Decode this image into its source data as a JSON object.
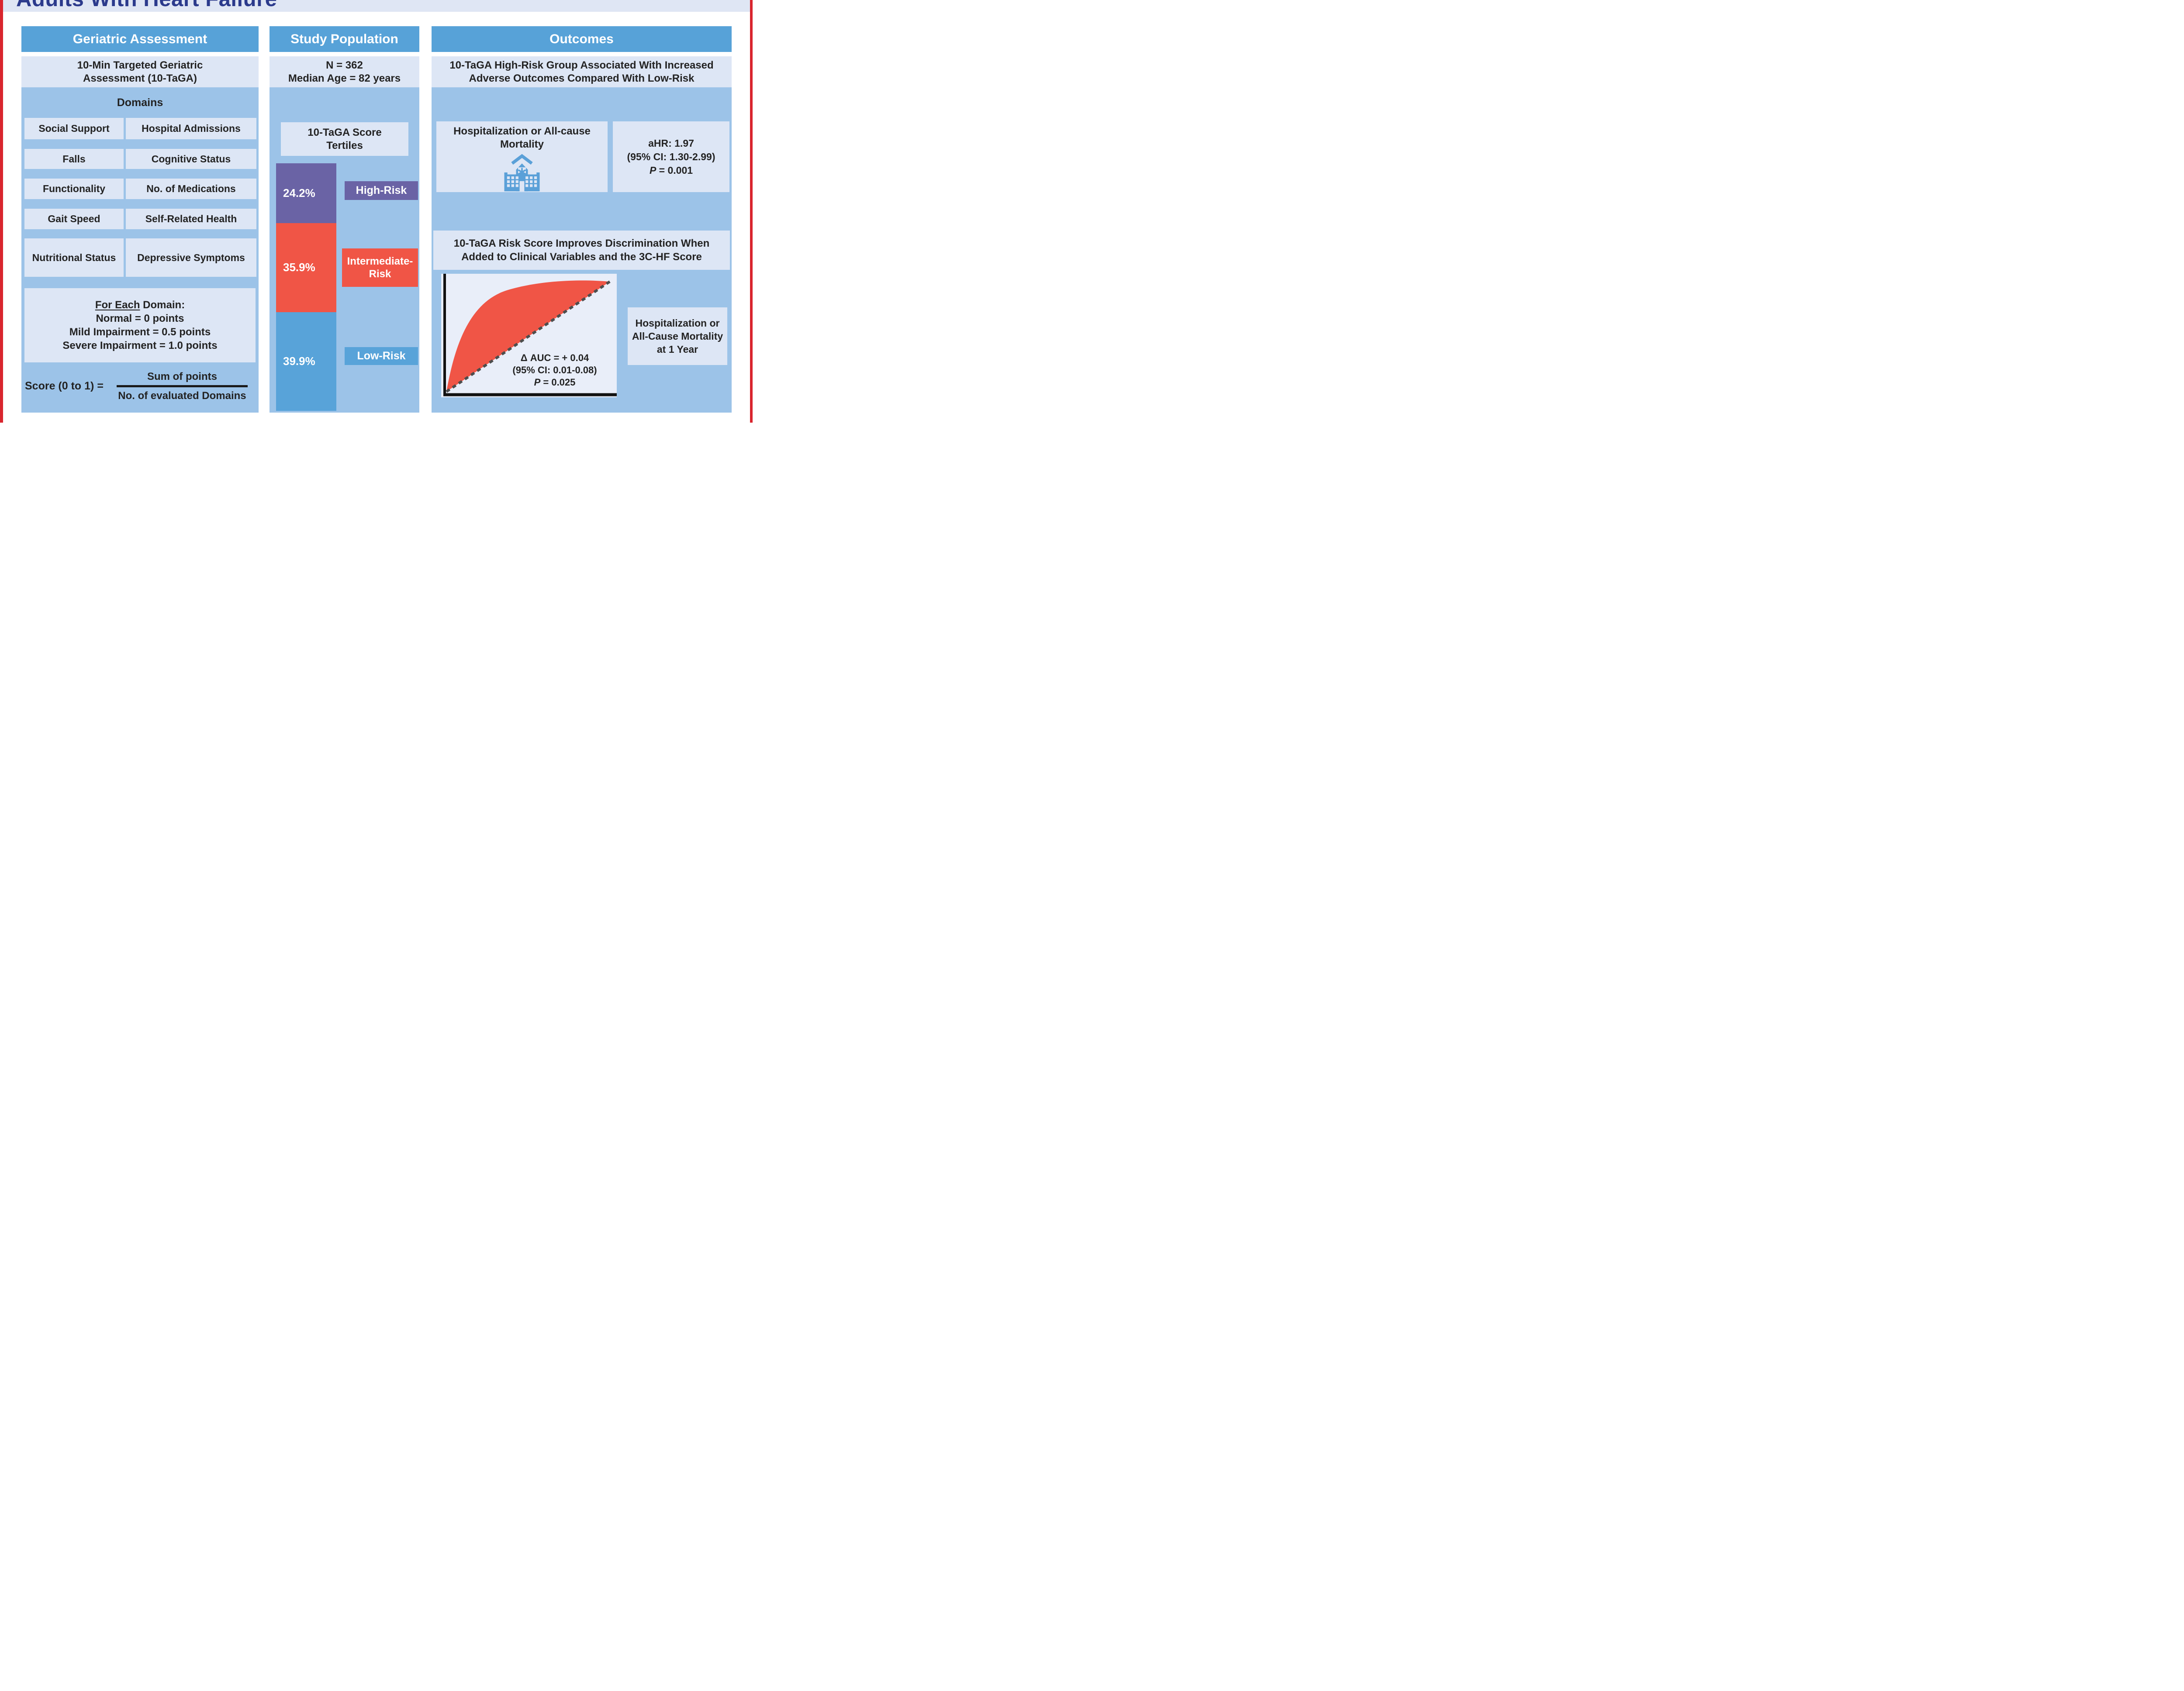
{
  "title": "Adults With Heart Failure",
  "colors": {
    "border_red": "#d9252e",
    "header_blue": "#57a2d8",
    "panel_blue": "#9cc3e8",
    "light_box": "#dde6f5",
    "title_navy": "#2b3a8c",
    "high_risk_purple": "#6a63a5",
    "intermediate_red": "#f05546",
    "low_risk_blue": "#58a3d9",
    "icon_blue": "#5aa0d8"
  },
  "geriatric": {
    "header": "Geriatric Assessment",
    "intro_line1": "10-Min Targeted Geriatric",
    "intro_line2": "Assessment (10-TaGA)",
    "domains_label": "Domains",
    "domain_rows": [
      [
        "Social Support",
        "Hospital Admissions"
      ],
      [
        "Falls",
        "Cognitive Status"
      ],
      [
        "Functionality",
        "No. of Medications"
      ],
      [
        "Gait Speed",
        "Self-Related Health"
      ],
      [
        "Nutritional Status",
        "Depressive Symptoms"
      ]
    ],
    "scoring": {
      "for_each": "For Each",
      "heading_rest": " Domain:",
      "line1": "Normal = 0 points",
      "line2": "Mild Impairment = 0.5 points",
      "line3": "Severe Impairment = 1.0 points"
    },
    "score_formula": {
      "lhs": "Score (0 to 1) =",
      "numerator": "Sum of points",
      "denominator": "No. of evaluated Domains"
    }
  },
  "study": {
    "header": "Study Population",
    "n_line": "N = 362",
    "age_line": "Median Age = 82 years",
    "tertiles_label_line1": "10-TaGA Score",
    "tertiles_label_line2": "Tertiles",
    "tertiles": [
      {
        "label": "High-Risk",
        "pct": "24.2%",
        "value": 24.2,
        "color": "#6a63a5"
      },
      {
        "label": "Intermediate-Risk",
        "pct": "35.9%",
        "value": 35.9,
        "color": "#f05546"
      },
      {
        "label": "Low-Risk",
        "pct": "39.9%",
        "value": 39.9,
        "color": "#58a3d9"
      }
    ]
  },
  "outcomes": {
    "header": "Outcomes",
    "banner_line1": "10-TaGA High-Risk Group Associated With Increased",
    "banner_line2": "Adverse Outcomes Compared With Low-Risk",
    "hosp_line1": "Hospitalization or All-cause",
    "hosp_line2": "Mortality",
    "ahr_line1": "aHR: 1.97",
    "ahr_line2": "(95% CI: 1.30-2.99)",
    "ahr_p_label": "P",
    "ahr_p_rest": " = 0.001",
    "disc_line1": "10-TaGA Risk Score Improves Discrimination When",
    "disc_line2": "Added to Clinical Variables and the 3C-HF Score",
    "roc": {
      "auc_line": "Δ AUC = + 0.04",
      "ci_line": "(95% CI: 0.01-0.08)",
      "p_label": "P",
      "p_rest": " = 0.025"
    },
    "endpoint_line1": "Hospitalization or",
    "endpoint_line2": "All-Cause Mortality",
    "endpoint_line3": "at 1 Year"
  }
}
